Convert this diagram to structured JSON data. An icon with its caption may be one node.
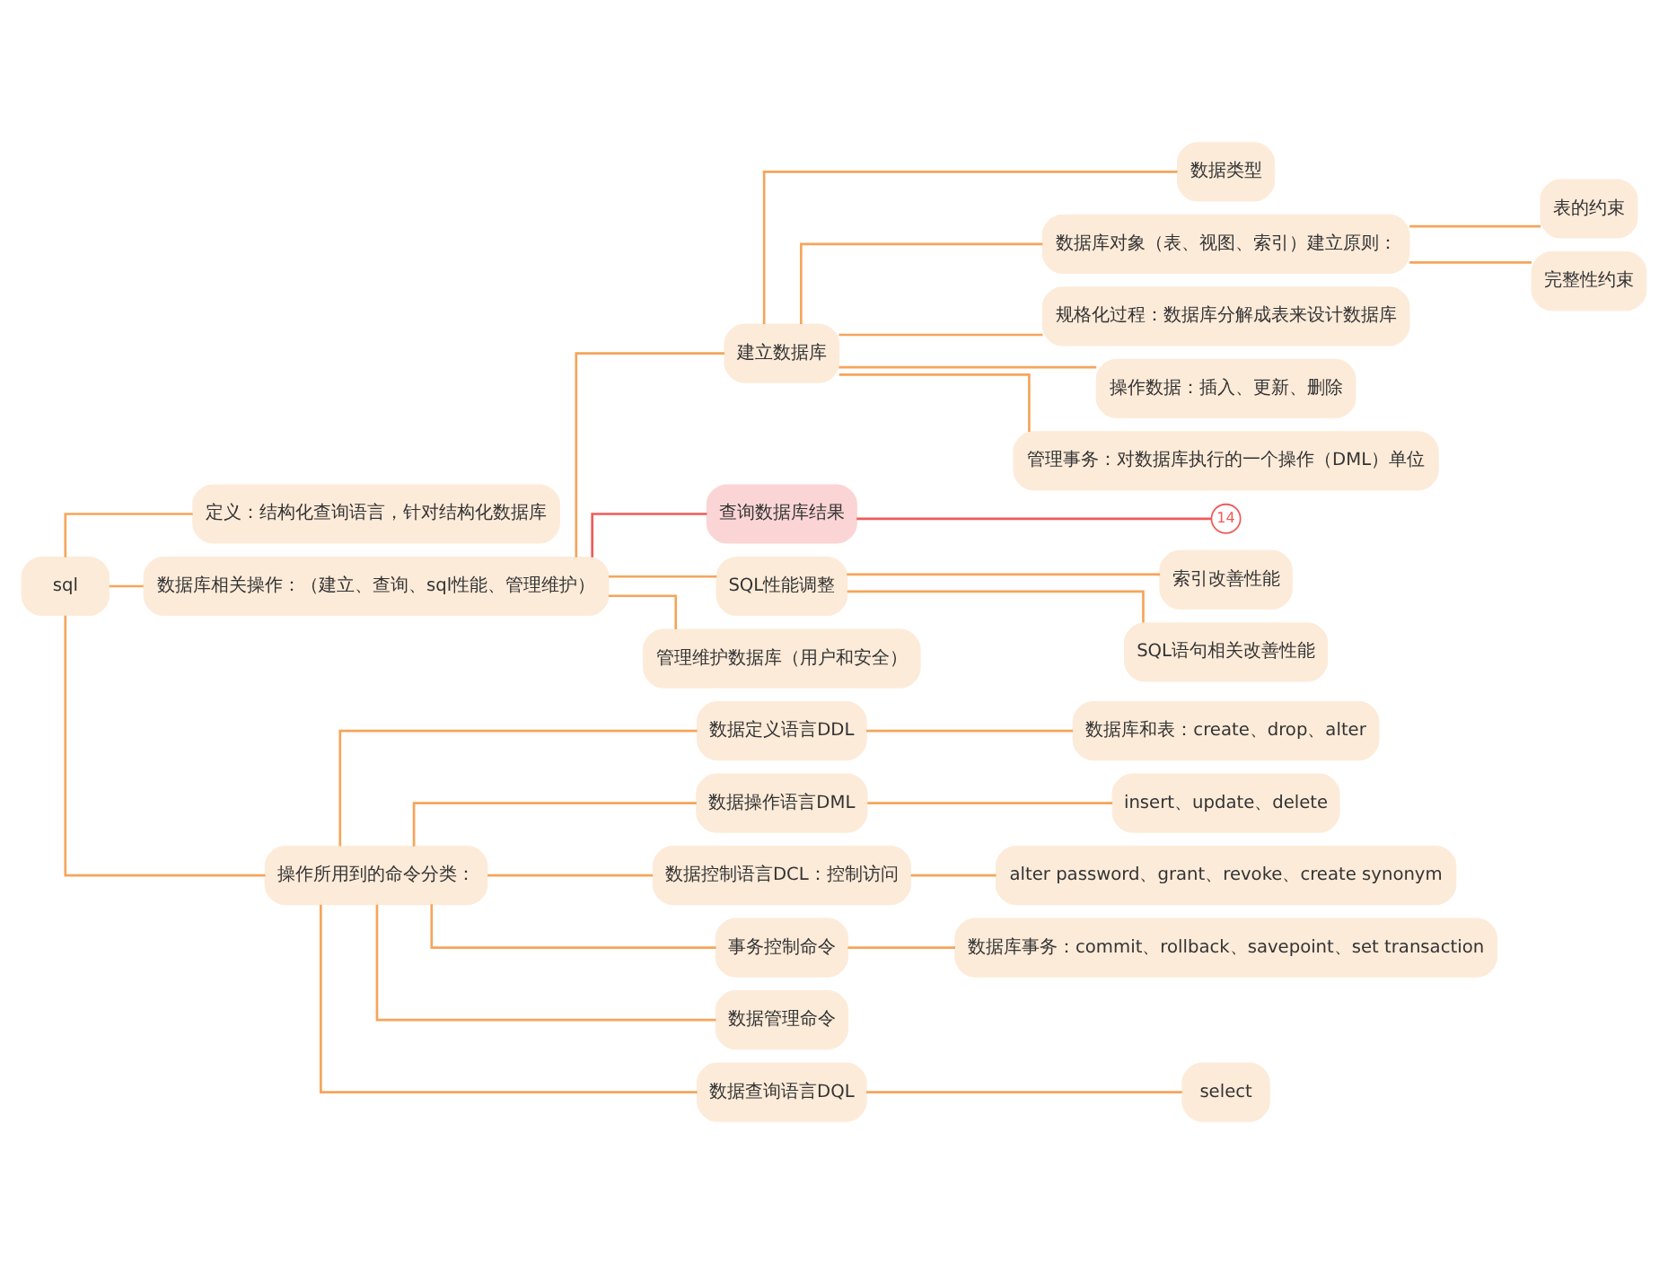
{
  "diagram": {
    "nodes": [
      {
        "text": [
          "sql"
        ]
      },
      {
        "text": [
          "定义：结构化查询语言，针对结构化数据库"
        ]
      },
      {
        "text": [
          "数据库相关操作：（建立、查询、sql性能、管理维护）"
        ]
      },
      {
        "text": [
          "操作所用到的命令分类："
        ]
      },
      {
        "text": [
          "建立数据库"
        ]
      },
      {
        "text": [
          "查询数据库结果"
        ]
      },
      {
        "text": [
          "14"
        ]
      },
      {
        "text": [
          "SQL性能调整"
        ]
      },
      {
        "text": [
          "管理维护数据库（用户和安全）"
        ]
      },
      {
        "text": [
          "数据类型"
        ]
      },
      {
        "text": [
          "数据库对象（表、视图、索引）建立原则："
        ]
      },
      {
        "text": [
          "表的约束"
        ]
      },
      {
        "text": [
          "完整性约束"
        ]
      },
      {
        "text": [
          "规格化过程：数据库分解成表来设计数据库"
        ]
      },
      {
        "text": [
          "操作数据：插入、更新、删除"
        ]
      },
      {
        "text": [
          "管理事务：对数据库执行的一个操作（DML）单位"
        ]
      },
      {
        "text": [
          "索引改善性能"
        ]
      },
      {
        "text": [
          "SQL语句相关改善性能"
        ]
      },
      {
        "text": [
          "数据定义语言DDL"
        ]
      },
      {
        "text": [
          "数据库和表：create、drop、alter"
        ]
      },
      {
        "text": [
          "数据操作语言DML"
        ]
      },
      {
        "text": [
          "insert、update、delete"
        ]
      },
      {
        "text": [
          "数据控制语言DCL：控制访问"
        ]
      },
      {
        "text": [
          "alter password、grant、revoke、create synonym"
        ]
      },
      {
        "text": [
          "事务控制命令"
        ]
      },
      {
        "text": [
          "数据库事务：commit、rollback、savepoint、set transaction"
        ]
      },
      {
        "text": [
          "数据管理命令"
        ]
      },
      {
        "text": [
          "数据查询语言DQL"
        ]
      },
      {
        "text": [
          "select"
        ]
      }
    ],
    "edges": [
      {
        "from": 0,
        "to": 1,
        "arrow": "none"
      },
      {
        "from": 0,
        "to": 2,
        "arrow": "none"
      },
      {
        "from": 0,
        "to": 3,
        "arrow": "none"
      },
      {
        "from": 2,
        "to": 4,
        "arrow": "none"
      },
      {
        "from": 2,
        "to": 5,
        "arrow": "none",
        "color": "#f05a5a"
      },
      {
        "from": 5,
        "to": 6,
        "arrow": "none",
        "color": "#f05a5a"
      },
      {
        "from": 2,
        "to": 7,
        "arrow": "none"
      },
      {
        "from": 2,
        "to": 8,
        "arrow": "none"
      },
      {
        "from": 4,
        "to": 9,
        "arrow": "none"
      },
      {
        "from": 4,
        "to": 10,
        "arrow": "none"
      },
      {
        "from": 10,
        "to": 11,
        "arrow": "none"
      },
      {
        "from": 10,
        "to": 12,
        "arrow": "none"
      },
      {
        "from": 4,
        "to": 13,
        "arrow": "none"
      },
      {
        "from": 4,
        "to": 14,
        "arrow": "none"
      },
      {
        "from": 4,
        "to": 15,
        "arrow": "none"
      },
      {
        "from": 7,
        "to": 16,
        "arrow": "none"
      },
      {
        "from": 7,
        "to": 17,
        "arrow": "none"
      },
      {
        "from": 3,
        "to": 18,
        "arrow": "none"
      },
      {
        "from": 18,
        "to": 19,
        "arrow": "none"
      },
      {
        "from": 3,
        "to": 20,
        "arrow": "none"
      },
      {
        "from": 20,
        "to": 21,
        "arrow": "none"
      },
      {
        "from": 3,
        "to": 22,
        "arrow": "none"
      },
      {
        "from": 22,
        "to": 23,
        "arrow": "none"
      },
      {
        "from": 3,
        "to": 24,
        "arrow": "none"
      },
      {
        "from": 24,
        "to": 25,
        "arrow": "none"
      },
      {
        "from": 3,
        "to": 26,
        "arrow": "none"
      },
      {
        "from": 3,
        "to": 27,
        "arrow": "none"
      },
      {
        "from": 27,
        "to": 28,
        "arrow": "none"
      }
    ]
  }
}
